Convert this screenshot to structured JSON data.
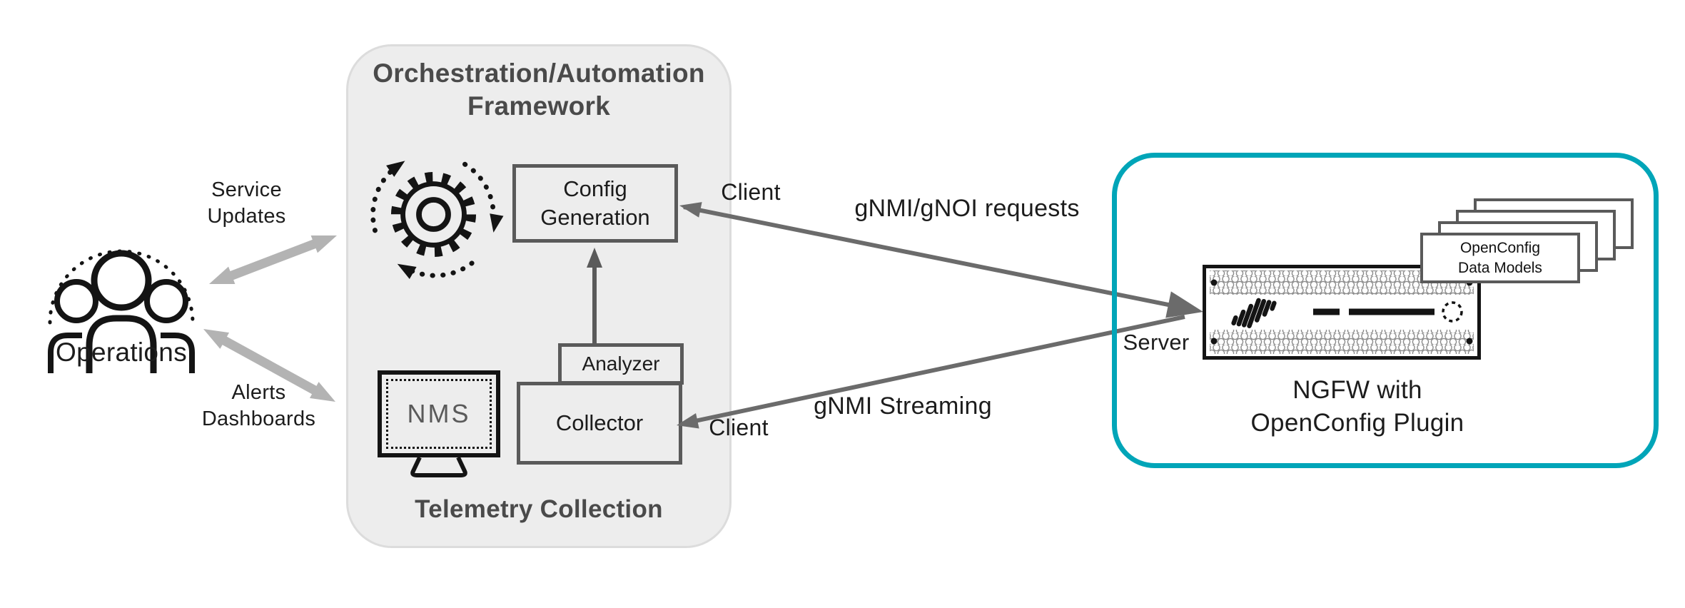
{
  "diagram": {
    "operations": {
      "label": "Operations",
      "service_flow": "Service Updates",
      "alerts_flow": "Alerts Dashboards"
    },
    "framework": {
      "title_line1": "Orchestration/Automation",
      "title_line2": "Framework",
      "config_generation": "Config Generation",
      "analyzer": "Analyzer",
      "collector": "Collector",
      "nms": "NMS",
      "footer": "Telemetry Collection"
    },
    "connections": {
      "client_top": "Client",
      "client_bottom": "Client",
      "server": "Server",
      "requests": "gNMI/gNOI requests",
      "streaming": "gNMI Streaming"
    },
    "ngfw": {
      "title_line1": "NGFW with",
      "title_line2": "OpenConfig Plugin",
      "card_line1": "OpenConfig",
      "card_line2": "Data Models"
    },
    "colors": {
      "teal_border": "#00A5B8",
      "panel_fill": "#ededed",
      "panel_border": "#dcdcdc",
      "node_border": "#5a5a5a",
      "dark_arrow": "#6b6b6b",
      "light_arrow": "#b3b3b3",
      "title_text": "#4a4a4a"
    }
  }
}
